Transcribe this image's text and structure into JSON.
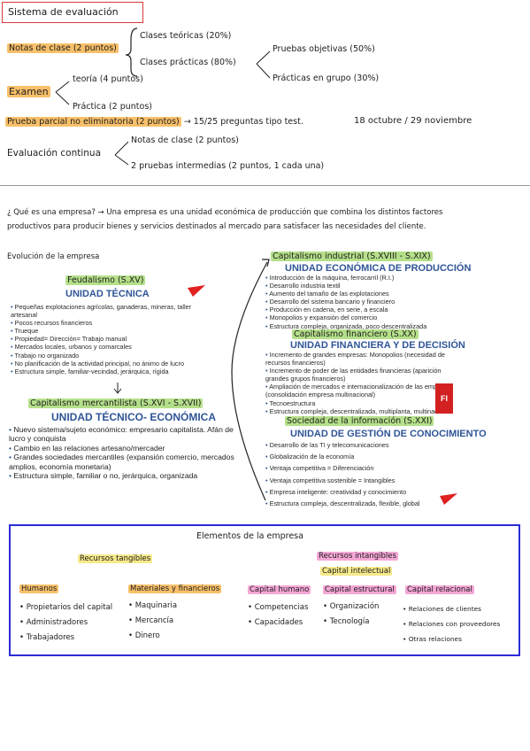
{
  "header": {
    "title": "Sistema de evaluación"
  },
  "eval": {
    "notas": "Notas de clase (2 puntos)",
    "clases_teoricas": "Clases teóricas (20%)",
    "clases_practicas": "Clases prácticas (80%)",
    "pruebas_objetivas": "Pruebas objetivas (50%)",
    "practicas_grupo": "Prácticas en grupo (30%)",
    "examen": "Examen",
    "teoria": "teoría (4 puntos)",
    "practica": "Práctica (2 puntos)",
    "prueba_parcial": "Prueba parcial no eliminatoria (2 puntos)",
    "prueba_parcial_detail": "→ 15/25 preguntas tipo test.",
    "fechas": "18 octubre / 29 noviembre",
    "evaluacion_continua": "Evaluación continua",
    "ec_notas": "Notas de clase (2 puntos)",
    "ec_pruebas": "2 pruebas intermedias (2 puntos, 1 cada una)"
  },
  "empresa": {
    "question": "¿ Qué es una empresa? → Una empresa es una unidad económica de producción que combina los distintos factores",
    "question2": "productivos para producir bienes y servicios destinados al mercado para satisfacer las necesidades del cliente.",
    "evolucion": "Evolución de la empresa",
    "feudalismo": {
      "heading": "Feudalismo (S.XV)",
      "title": "UNIDAD TÉCNICA",
      "items": [
        "Pequeñas explotaciones agrícolas, ganaderas, mineras, taller artesanal",
        "Pocos recursos financieros",
        "Trueque",
        "Propiedad= Dirección= Trabajo manual",
        "Mercados locales, urbanos y comarcales",
        "Trabajo no organizado",
        "No planificación de la actividad principal, no ánimo de lucro",
        "Estructura simple, familiar-vecindad, jerárquica, rígida"
      ]
    },
    "mercantilista": {
      "heading": "Capitalismo mercantilista (S.XVI - S.XVII)",
      "title": "UNIDAD TÉCNICO- ECONÓMICA",
      "items": [
        "Nuevo sistema/sujeto económico: empresario capitalista. Afán de lucro y conquista",
        "Cambio en las relaciones artesano/mercader",
        "Grandes sociedades mercantiles (expansión comercio, mercados amplios, economía monetaria)",
        "Estructura simple, familiar o no, jerárquica, organizada"
      ]
    },
    "industrial": {
      "heading": "Capitalismo industrial (S.XVIII - S.XIX)",
      "title": "UNIDAD ECONÓMICA DE PRODUCCIÓN",
      "items": [
        "Introducción de la máquina, ferrocarril (R.I.)",
        "Desarrollo industria textil",
        "Aumento del tamaño de las explotaciones",
        "Desarrollo del sistema bancario y financiero",
        "Producción en cadena, en serie, a escala",
        "Monopolios y expansión del comercio",
        "Estructura compleja, organizada, poco descentralizada"
      ]
    },
    "financiero": {
      "heading": "Capitalismo financiero (S.XX)",
      "title": "UNIDAD FINANCIERA Y DE DECISIÓN",
      "items": [
        "Incremento de grandes empresas: Monopolios (necesidad de recursos financieros)",
        "Incremento de poder de las entidades financieras (aparición grandes grupos financieros)",
        "Ampliación de mercados e internacionalización de las empresas (consolidación empresa multinacional)",
        "Tecnoestructura",
        "Estructura compleja, descentralizada, multiplanta, multinacional"
      ]
    },
    "informacion": {
      "heading": "Sociedad de la información (S.XXI)",
      "title": "UNIDAD DE GESTIÓN DE CONOCIMIENTO",
      "items": [
        "Desarrollo de las TI y telecomunicaciones",
        "Globalización de la economía",
        "Ventaja competitiva = Diferenciación",
        "Ventaja competitiva sostenible = Intangibles",
        "Empresa inteligente: creatividad y conocimiento",
        "Estructura compleja, descentralizada, flexible, global"
      ]
    },
    "badge": "FI"
  },
  "elementos": {
    "title": "Elementos de la empresa",
    "tangibles": "Recursos tangibles",
    "intangibles": "Recursos intangibles",
    "capital_intelectual": "Capital intelectual",
    "humanos": {
      "heading": "Humanos",
      "items": [
        "Propietarios del capital",
        "Administradores",
        "Trabajadores"
      ]
    },
    "materiales": {
      "heading": "Materiales y financieros",
      "items": [
        "Maquinaria",
        "Mercancía",
        "Dinero"
      ]
    },
    "cap_humano": {
      "heading": "Capital humano",
      "items": [
        "Competencias",
        "Capacidades"
      ]
    },
    "cap_estructural": {
      "heading": "Capital estructural",
      "items": [
        "Organización",
        "Tecnología"
      ]
    },
    "cap_relacional": {
      "heading": "Capital relacional",
      "items": [
        "Relaciones de clientes",
        "Relaciones con proveedores",
        "Otras relaciones"
      ]
    }
  },
  "colors": {
    "accent_red": "#d63a3a",
    "highlight_orange": "#f8c06a",
    "highlight_pink": "#f5a7d6",
    "highlight_green": "#b5e08a",
    "box_blue": "#2b2bd6",
    "typed_title": "#2f5597"
  }
}
